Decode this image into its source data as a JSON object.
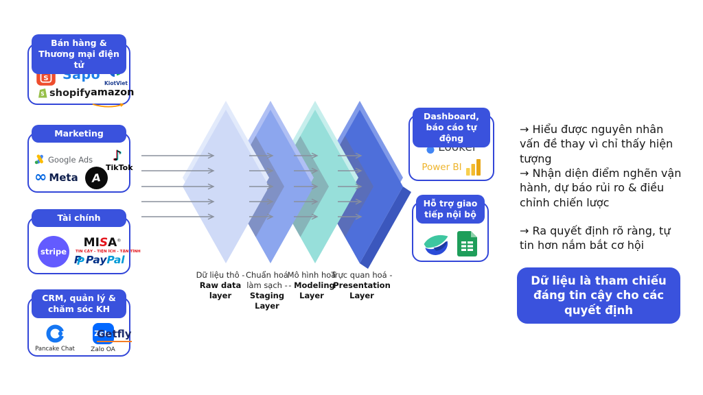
{
  "colors": {
    "accent_border": "#3246d8",
    "header_blue": "#3a52dd",
    "arrow_gray": "#898f9c",
    "shopee_orange": "#ee4d2d",
    "shopify_green": "#96bf48",
    "amazon_orange": "#ff9900",
    "meta_blue": "#0668e1",
    "stripe_purple": "#635bff",
    "misa_red": "#e3131b",
    "paypal_dark": "#003087",
    "paypal_light": "#009cde",
    "zalo_blue": "#0168ff",
    "getfly_navy": "#1b2a6b",
    "looker_blue": "#4285f4",
    "powerbi_yellow": "#e8a614",
    "sheets_green": "#1e9e5a"
  },
  "sources": [
    {
      "title": "Bán hàng & Thương mại điện tử"
    },
    {
      "title": "Marketing"
    },
    {
      "title": "Tài chính"
    },
    {
      "title": "CRM, quản lý & chăm sóc KH"
    }
  ],
  "logos": {
    "shopee_letter": "S",
    "sapo": "Sapo",
    "kiotviet": "KiotViet",
    "shopify": "shopify",
    "shopify_letter": "S",
    "amazon": "amazon",
    "google_ads": "Google Ads",
    "tiktok_note": "♪",
    "tiktok": "TikTok",
    "meta_symbol": "∞",
    "meta": "Meta",
    "ad_a": "A",
    "stripe": "stripe",
    "misa_mi": "MI",
    "misa_s": "S",
    "misa_a": "A",
    "misa_reg": "®",
    "misa_tagline": "TIN CẬY - TIỆN ÍCH - TẬN TÌNH",
    "paypal_pay": "Pay",
    "paypal_pal": "Pal",
    "paypal_p": "P",
    "pancake": "Pancake Chat",
    "zalo": "Zalo",
    "zalo_oa": "Zalo OA",
    "getfly": "Getfly",
    "looker": "Looker",
    "powerbi": "Power BI"
  },
  "stages": [
    {
      "vn": "Dữ liệu thô -",
      "en": "Raw data layer",
      "face": "#cfdaf7",
      "bevel": "#e2eafb"
    },
    {
      "vn": "Chuẩn hoá làm sạch -",
      "en": "Staging Layer",
      "face": "#8ca6ee",
      "bevel": "#b0c0f4"
    },
    {
      "vn": "Mô hình hoá -",
      "en": "Modeling Layer",
      "face": "#97dfda",
      "bevel": "#c6eeec"
    },
    {
      "vn": "Trực quan hoá -",
      "en": "Presentation Layer",
      "face": "#4e6fda",
      "bevel": "#809ae9",
      "side": "#3b57bd"
    }
  ],
  "outputs": [
    {
      "title": "Dashboard, báo cáo tự động"
    },
    {
      "title": "Hỗ trợ giao tiếp nội bộ"
    }
  ],
  "benefits": {
    "items": [
      "→ Hiểu được nguyên nhân vấn đề thay vì chỉ thấy hiện tượng",
      "→ Nhận diện điểm nghẽn vận hành, dự báo rủi ro & điều chỉnh chiến lược",
      "→ Ra quyết định rõ ràng, tự tin hơn nắm bắt cơ hội"
    ],
    "cta": "Dữ liệu là tham chiếu đáng tin cậy cho các quyết định"
  }
}
